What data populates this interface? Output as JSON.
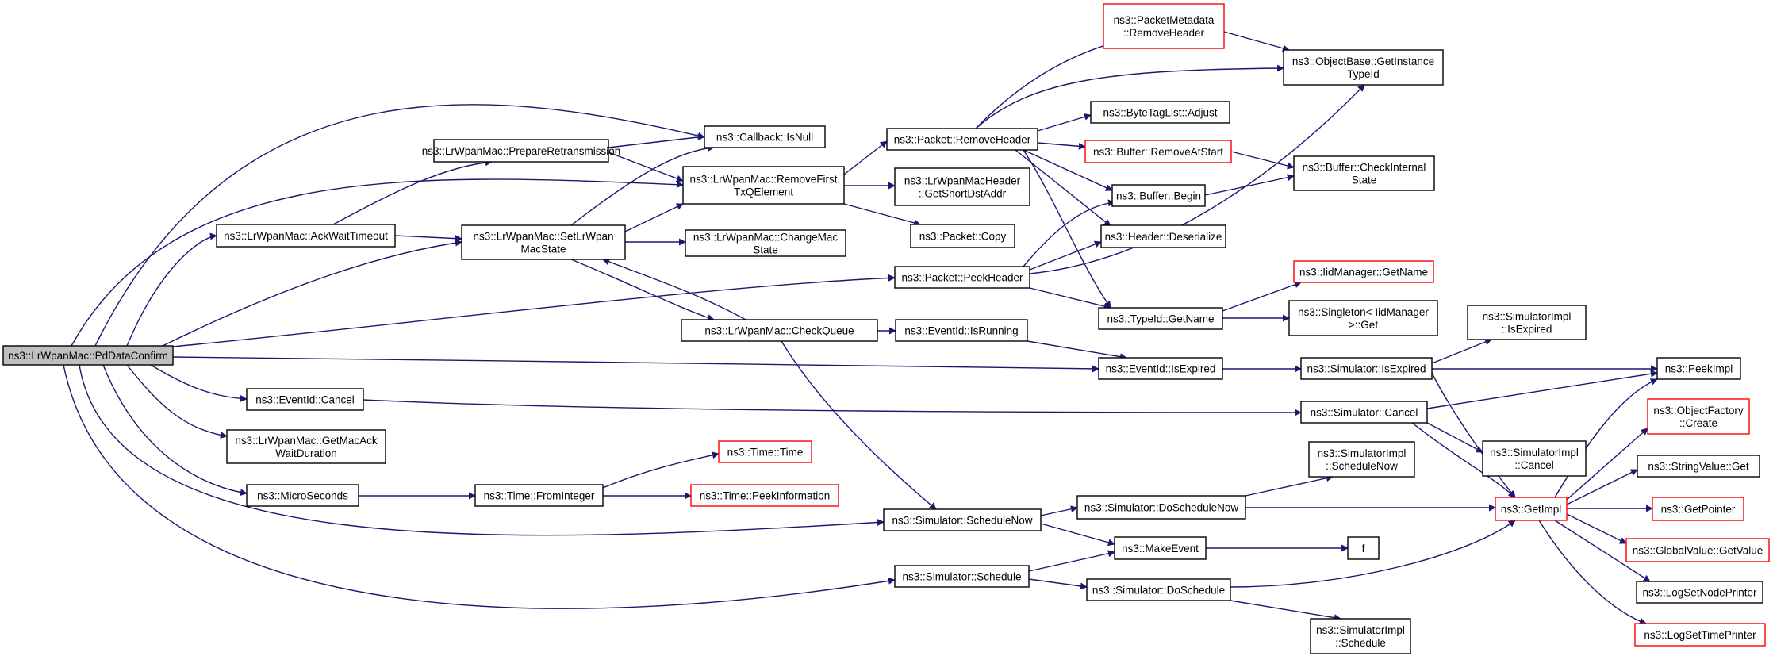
{
  "graph": {
    "colors": {
      "edge": "#191970",
      "border": "#000000",
      "border_truncated": "#ff0000",
      "root_fill": "#bfbfbf"
    },
    "nodes": [
      {
        "id": "root",
        "lines": [
          "ns3::LrWpanMac::PdDataConfirm"
        ],
        "style": "root"
      },
      {
        "id": "preretx",
        "lines": [
          "ns3::LrWpanMac::PrepareRetransmission"
        ]
      },
      {
        "id": "ackwait",
        "lines": [
          "ns3::LrWpanMac::AckWaitTimeout"
        ]
      },
      {
        "id": "setstate",
        "lines": [
          "ns3::LrWpanMac::SetLrWpan",
          "MacState"
        ]
      },
      {
        "id": "isnull",
        "lines": [
          "ns3::Callback::IsNull"
        ]
      },
      {
        "id": "removefirst",
        "lines": [
          "ns3::LrWpanMac::RemoveFirst",
          "TxQElement"
        ]
      },
      {
        "id": "changemac",
        "lines": [
          "ns3::LrWpanMac::ChangeMac",
          "State"
        ]
      },
      {
        "id": "checkqueue",
        "lines": [
          "ns3::LrWpanMac::CheckQueue"
        ]
      },
      {
        "id": "evcancel",
        "lines": [
          "ns3::EventId::Cancel"
        ]
      },
      {
        "id": "getmacack",
        "lines": [
          "ns3::LrWpanMac::GetMacAck",
          "WaitDuration"
        ]
      },
      {
        "id": "microsec",
        "lines": [
          "ns3::MicroSeconds"
        ]
      },
      {
        "id": "frominteger",
        "lines": [
          "ns3::Time::FromInteger"
        ]
      },
      {
        "id": "timetime",
        "lines": [
          "ns3::Time::Time"
        ],
        "style": "red"
      },
      {
        "id": "peekinfo",
        "lines": [
          "ns3::Time::PeekInformation"
        ],
        "style": "red"
      },
      {
        "id": "pktremovehdr",
        "lines": [
          "ns3::Packet::RemoveHeader"
        ]
      },
      {
        "id": "getshortdst",
        "lines": [
          "ns3::LrWpanMacHeader",
          "::GetShortDstAddr"
        ]
      },
      {
        "id": "pktcopy",
        "lines": [
          "ns3::Packet::Copy"
        ]
      },
      {
        "id": "peekheader",
        "lines": [
          "ns3::Packet::PeekHeader"
        ]
      },
      {
        "id": "evisrunning",
        "lines": [
          "ns3::EventId::IsRunning"
        ]
      },
      {
        "id": "schednow",
        "lines": [
          "ns3::Simulator::ScheduleNow"
        ]
      },
      {
        "id": "schedule",
        "lines": [
          "ns3::Simulator::Schedule"
        ]
      },
      {
        "id": "pmremovehdr",
        "lines": [
          "ns3::PacketMetadata",
          "::RemoveHeader"
        ],
        "style": "red"
      },
      {
        "id": "bytetagadjust",
        "lines": [
          "ns3::ByteTagList::Adjust"
        ]
      },
      {
        "id": "bufremove",
        "lines": [
          "ns3::Buffer::RemoveAtStart"
        ],
        "style": "red"
      },
      {
        "id": "bufbegin",
        "lines": [
          "ns3::Buffer::Begin"
        ]
      },
      {
        "id": "hdrdeser",
        "lines": [
          "ns3::Header::Deserialize"
        ]
      },
      {
        "id": "typeidgetname",
        "lines": [
          "ns3::TypeId::GetName"
        ]
      },
      {
        "id": "evisexpired",
        "lines": [
          "ns3::EventId::IsExpired"
        ]
      },
      {
        "id": "dosched",
        "lines": [
          "ns3::Simulator::DoScheduleNow"
        ]
      },
      {
        "id": "makeevent",
        "lines": [
          "ns3::MakeEvent"
        ]
      },
      {
        "id": "doschedule",
        "lines": [
          "ns3::Simulator::DoSchedule"
        ]
      },
      {
        "id": "getinstance",
        "lines": [
          "ns3::ObjectBase::GetInstance",
          "TypeId"
        ]
      },
      {
        "id": "checkinternal",
        "lines": [
          "ns3::Buffer::CheckInternal",
          "State"
        ]
      },
      {
        "id": "iidgetname",
        "lines": [
          "ns3::IidManager::GetName"
        ],
        "style": "red"
      },
      {
        "id": "singleton",
        "lines": [
          "ns3::Singleton< IidManager",
          ">::Get"
        ]
      },
      {
        "id": "simisexpired",
        "lines": [
          "ns3::Simulator::IsExpired"
        ]
      },
      {
        "id": "simcancel",
        "lines": [
          "ns3::Simulator::Cancel"
        ]
      },
      {
        "id": "implcancel",
        "lines": [
          "ns3::SimulatorImpl",
          "::Cancel"
        ]
      },
      {
        "id": "implschednow",
        "lines": [
          "ns3::SimulatorImpl",
          "::ScheduleNow"
        ]
      },
      {
        "id": "f",
        "lines": [
          "f"
        ]
      },
      {
        "id": "implschedule",
        "lines": [
          "ns3::SimulatorImpl",
          "::Schedule"
        ]
      },
      {
        "id": "implisexpired",
        "lines": [
          "ns3::SimulatorImpl",
          "::IsExpired"
        ]
      },
      {
        "id": "getimpl",
        "lines": [
          "ns3::GetImpl"
        ],
        "style": "red"
      },
      {
        "id": "peekimpl",
        "lines": [
          "ns3::PeekImpl"
        ]
      },
      {
        "id": "objfactory",
        "lines": [
          "ns3::ObjectFactory",
          "::Create"
        ],
        "style": "red"
      },
      {
        "id": "strvalget",
        "lines": [
          "ns3::StringValue::Get"
        ]
      },
      {
        "id": "getpointer",
        "lines": [
          "ns3::GetPointer"
        ],
        "style": "red"
      },
      {
        "id": "globalget",
        "lines": [
          "ns3::GlobalValue::GetValue"
        ],
        "style": "red"
      },
      {
        "id": "lognode",
        "lines": [
          "ns3::LogSetNodePrinter"
        ]
      },
      {
        "id": "logtime",
        "lines": [
          "ns3::LogSetTimePrinter"
        ],
        "style": "red"
      }
    ]
  }
}
